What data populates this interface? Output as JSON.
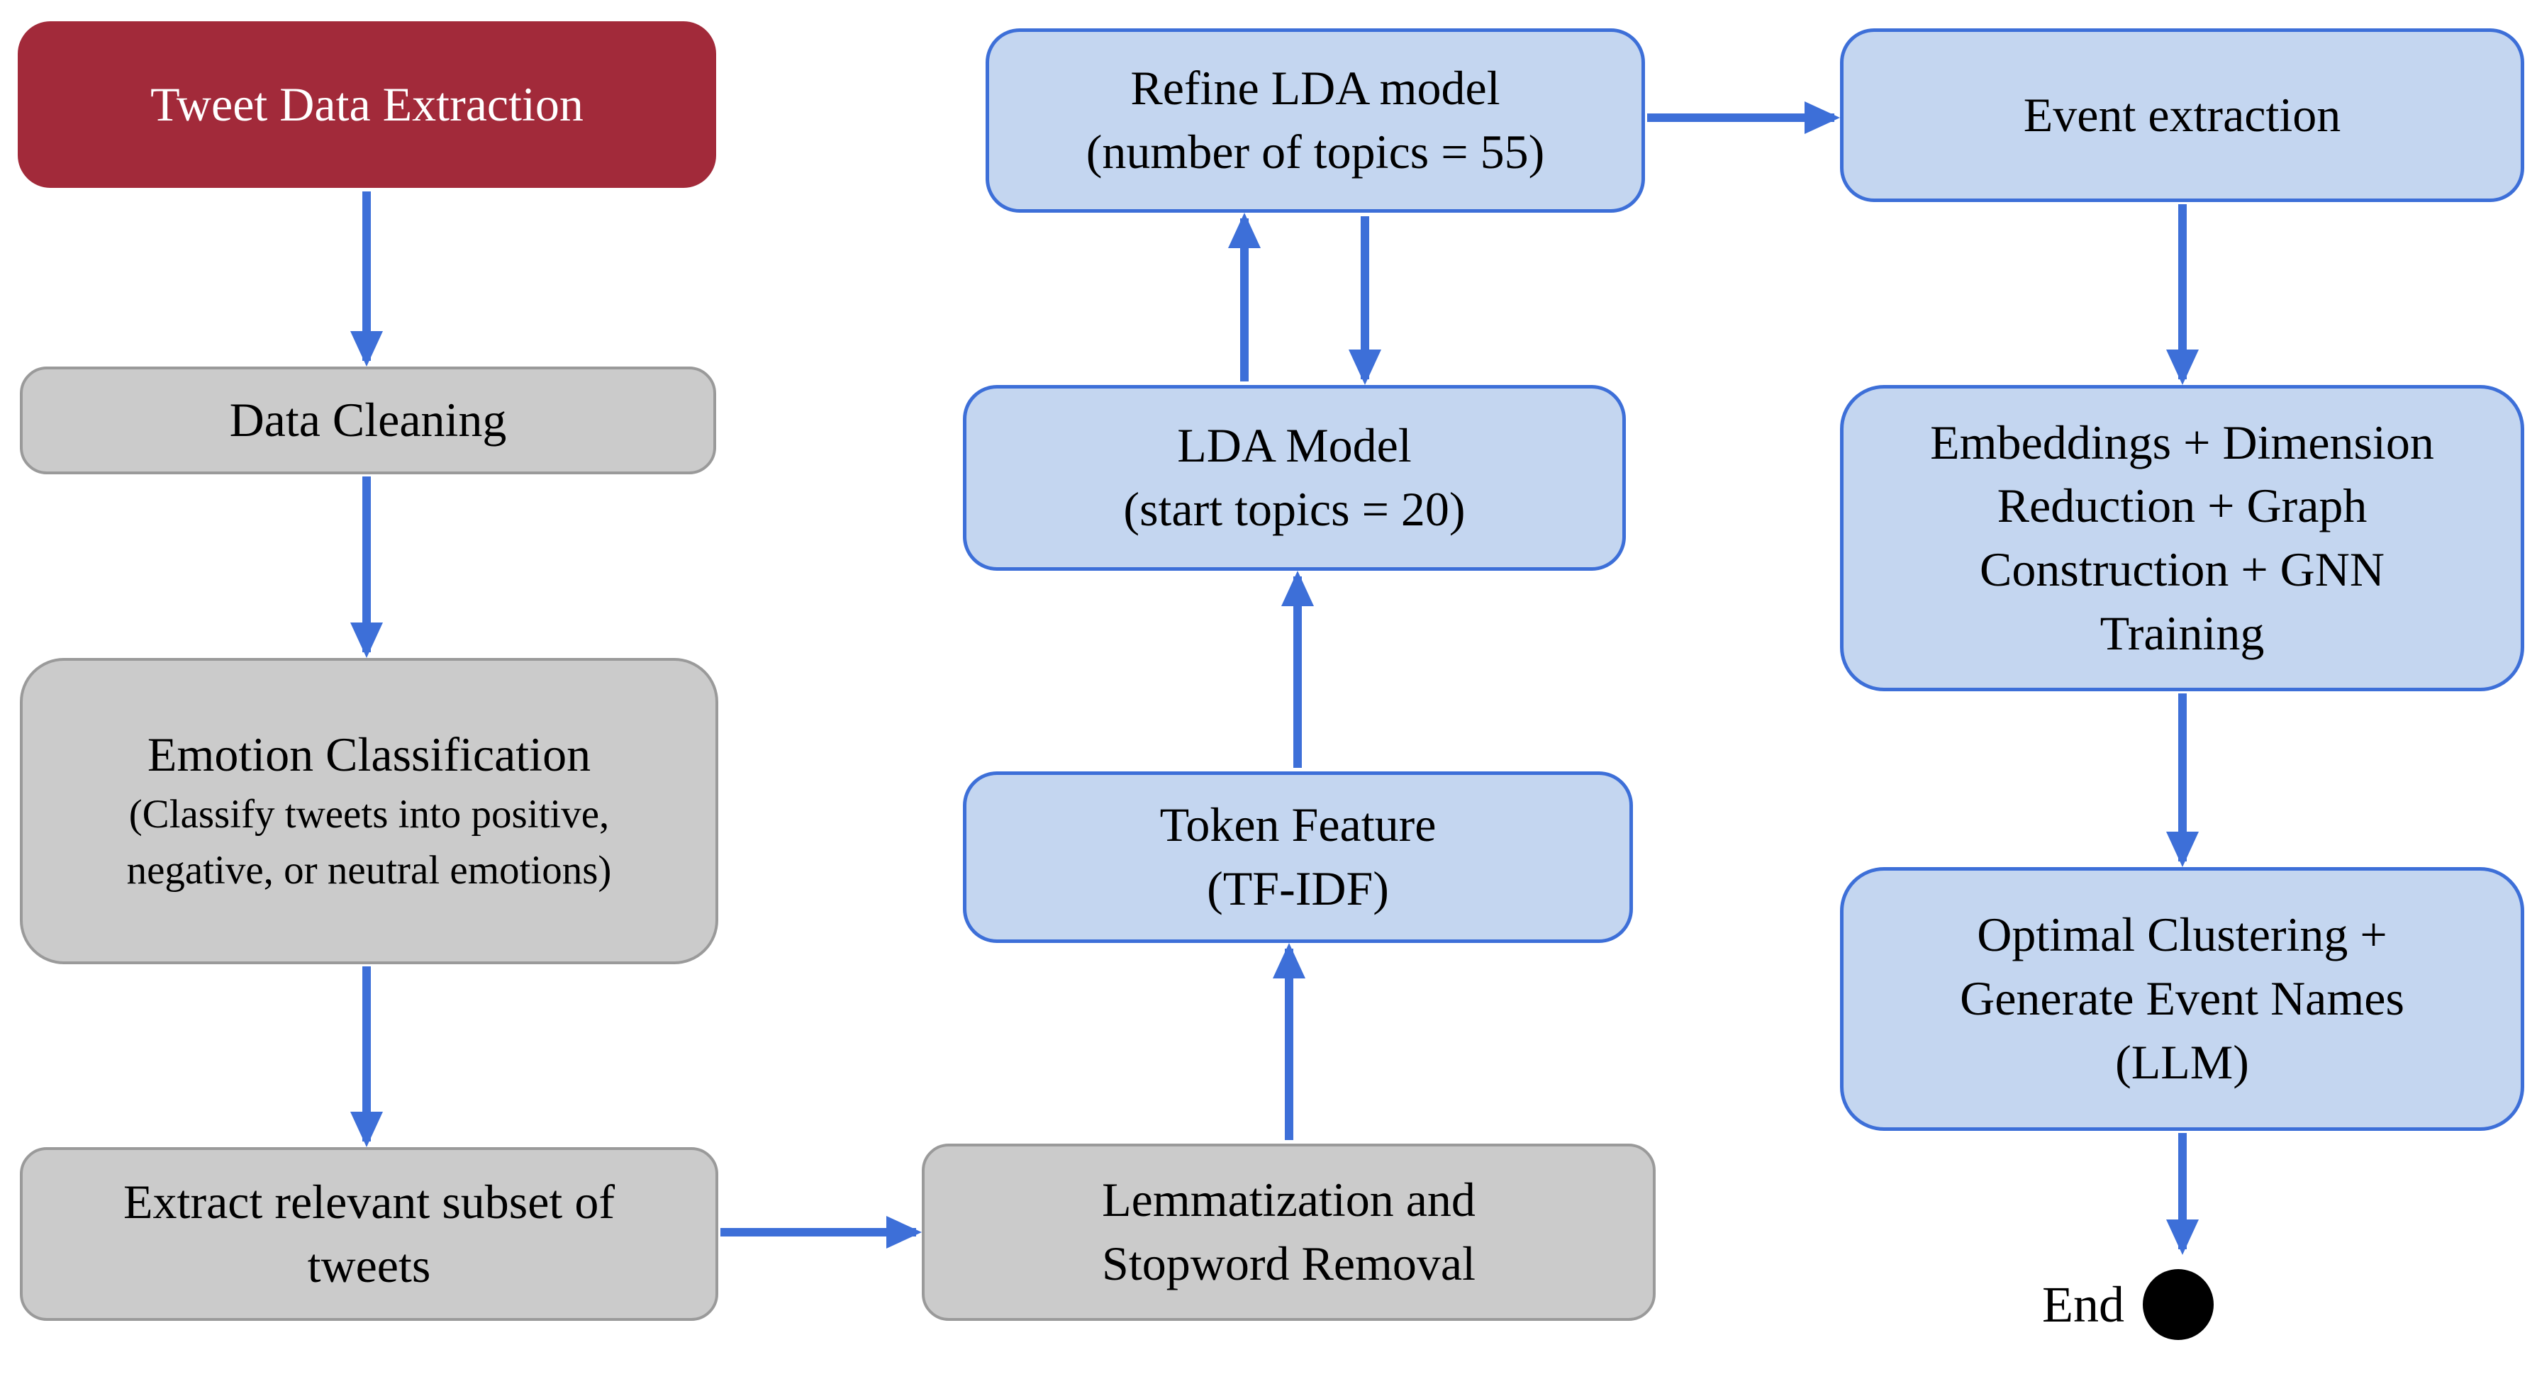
{
  "diagram": {
    "nodes": {
      "tweet_data_extraction": {
        "label": "Tweet Data Extraction"
      },
      "data_cleaning": {
        "label": "Data Cleaning"
      },
      "emotion_classification": {
        "label": "Emotion Classification",
        "sublabel": "(Classify tweets into positive,\nnegative, or neutral emotions)"
      },
      "extract_subset": {
        "label": "Extract relevant subset of\ntweets"
      },
      "lemmatization": {
        "label": "Lemmatization and\nStopword Removal"
      },
      "token_feature": {
        "label": "Token Feature\n(TF-IDF)"
      },
      "lda_model": {
        "label": "LDA Model\n(start topics = 20)"
      },
      "refine_lda": {
        "label": "Refine LDA model\n(number of topics = 55)"
      },
      "event_extraction": {
        "label": "Event extraction"
      },
      "embeddings_gnn": {
        "label": "Embeddings + Dimension\nReduction + Graph\nConstruction + GNN\nTraining"
      },
      "optimal_clustering": {
        "label": "Optimal Clustering +\nGenerate Event Names\n(LLM)"
      },
      "end": {
        "label": "End"
      }
    },
    "colors": {
      "background": "#FFFFFF",
      "start_fill": "#A22A3A",
      "start_text": "#FFFFFF",
      "gray_fill": "#CBCBCB",
      "gray_border": "#9A9A9A",
      "blue_fill": "#C4D6F0",
      "blue_border": "#3D6FD8",
      "arrow": "#3D6FD8",
      "end_dot": "#000000",
      "text": "#000000"
    }
  }
}
